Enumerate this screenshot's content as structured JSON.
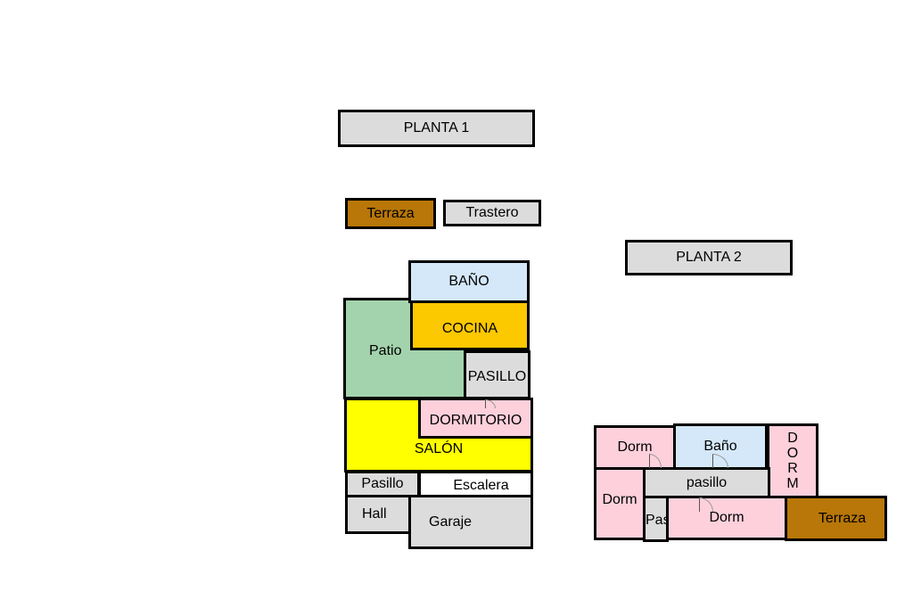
{
  "planta1": {
    "title": "PLANTA 1",
    "rooms": {
      "terraza": "Terraza",
      "trastero": "Trastero",
      "bano": "BAÑO",
      "cocina": "COCINA",
      "patio": "Patio",
      "pasillo_upper": "PASILLO",
      "dormitorio": "DORMITORIO",
      "salon": "SALÓN",
      "pasillo_lower": "Pasillo",
      "escalera": "Escalera",
      "hall": "Hall",
      "garaje": "Garaje"
    }
  },
  "planta2": {
    "title": "PLANTA 2",
    "rooms": {
      "dorm_top_left": "Dorm",
      "bano": "Baño",
      "dorm_vertical": [
        "D",
        "O",
        "R",
        "M"
      ],
      "pasillo": "pasillo",
      "dorm_left": "Dorm",
      "pas": "Pas",
      "dorm_bottom": "Dorm",
      "terraza": "Terraza"
    }
  },
  "colors": {
    "gray": "#dcdcdc",
    "blue": "#d4e8fa",
    "green": "#a3d3ac",
    "orange": "#fcc800",
    "yellow": "#ffff00",
    "pink": "#fdd0dc",
    "brown": "#b87708"
  }
}
